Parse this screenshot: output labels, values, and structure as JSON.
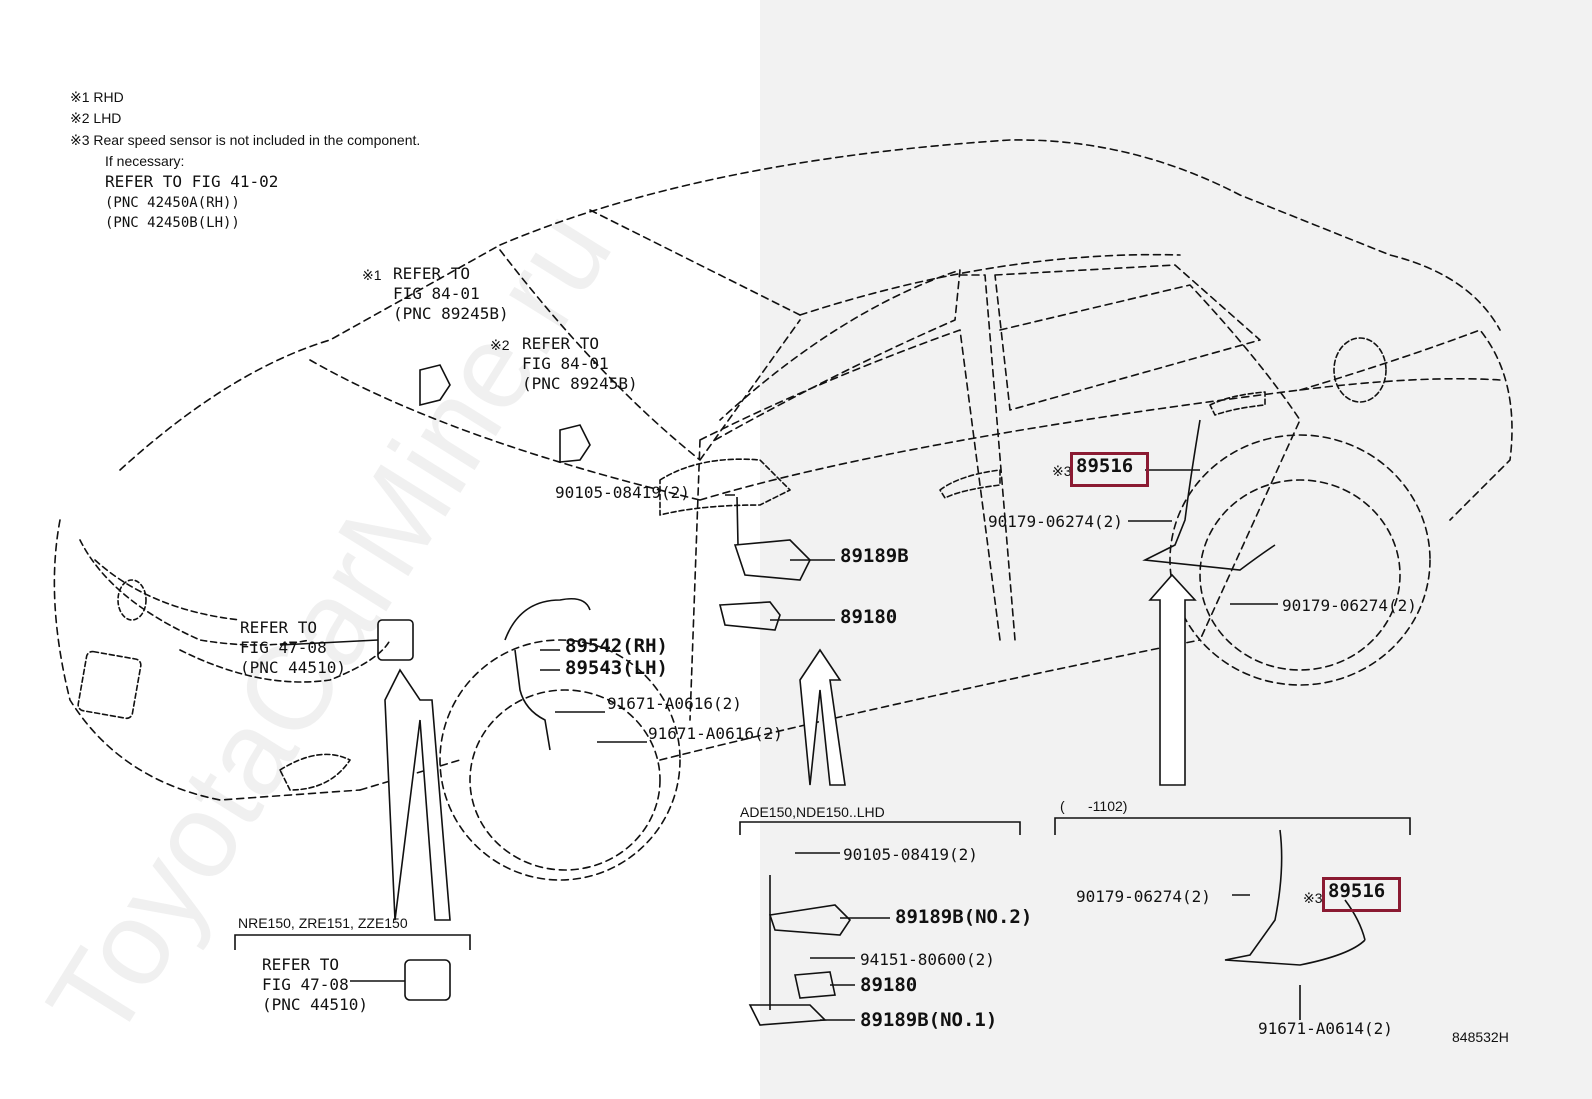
{
  "notes": {
    "n1": "※1 RHD",
    "n2": "※2 LHD",
    "n3": "※3 Rear speed sensor is not included in the component.",
    "n4": "If necessary:",
    "n5": "REFER TO FIG 41-02",
    "n6": "(PNC 42450A(RH))",
    "n7": "(PNC 42450B(LH))"
  },
  "callouts": {
    "rhd_prefix": "※1",
    "rhd_refer_1": "REFER TO",
    "rhd_refer_2": "FIG 84-01",
    "rhd_refer_3": "(PNC 89245B)",
    "lhd_prefix": "※2",
    "lhd_refer_1": "REFER TO",
    "lhd_refer_2": "FIG 84-01",
    "lhd_refer_3": "(PNC 89245B)",
    "abs_1": "REFER TO",
    "abs_2": "FIG 47-08",
    "abs_3": "(PNC 44510)",
    "front_sensor_rh": "89542(RH)",
    "front_sensor_lh": "89543(LH)",
    "bolt_a": "91671-A0616(2)",
    "bolt_b": "91671-A0616(2)",
    "bolt_upper": "90105-08419(2)",
    "bracket_b": "89189B",
    "bracket_180": "89180",
    "rear_prefix": "※3",
    "rear_sensor": "89516",
    "nut_upper": "90179-06274(2)",
    "nut_lower": "90179-06274(2)"
  },
  "inset_nre": {
    "title": "NRE150, ZRE151, ZZE150",
    "r1": "REFER TO",
    "r2": "FIG 47-08",
    "r3": "(PNC 44510)"
  },
  "inset_ade": {
    "title": "ADE150,NDE150..LHD",
    "bolt": "90105-08419(2)",
    "bracket_no2": "89189B(NO.2)",
    "nut": "94151-80600(2)",
    "part_180": "89180",
    "bracket_no1": "89189B(NO.1)"
  },
  "inset_rear": {
    "title": "(      -1102)",
    "nut": "90179-06274(2)",
    "prefix": "※3",
    "sensor": "89516",
    "bolt": "91671-A0614(2)"
  },
  "figure_id": "848532H",
  "watermark": "ToyotaCarMine.ru",
  "colors": {
    "highlight": "#8b1a32",
    "panel": "#f2f2f2",
    "line": "#111111"
  }
}
